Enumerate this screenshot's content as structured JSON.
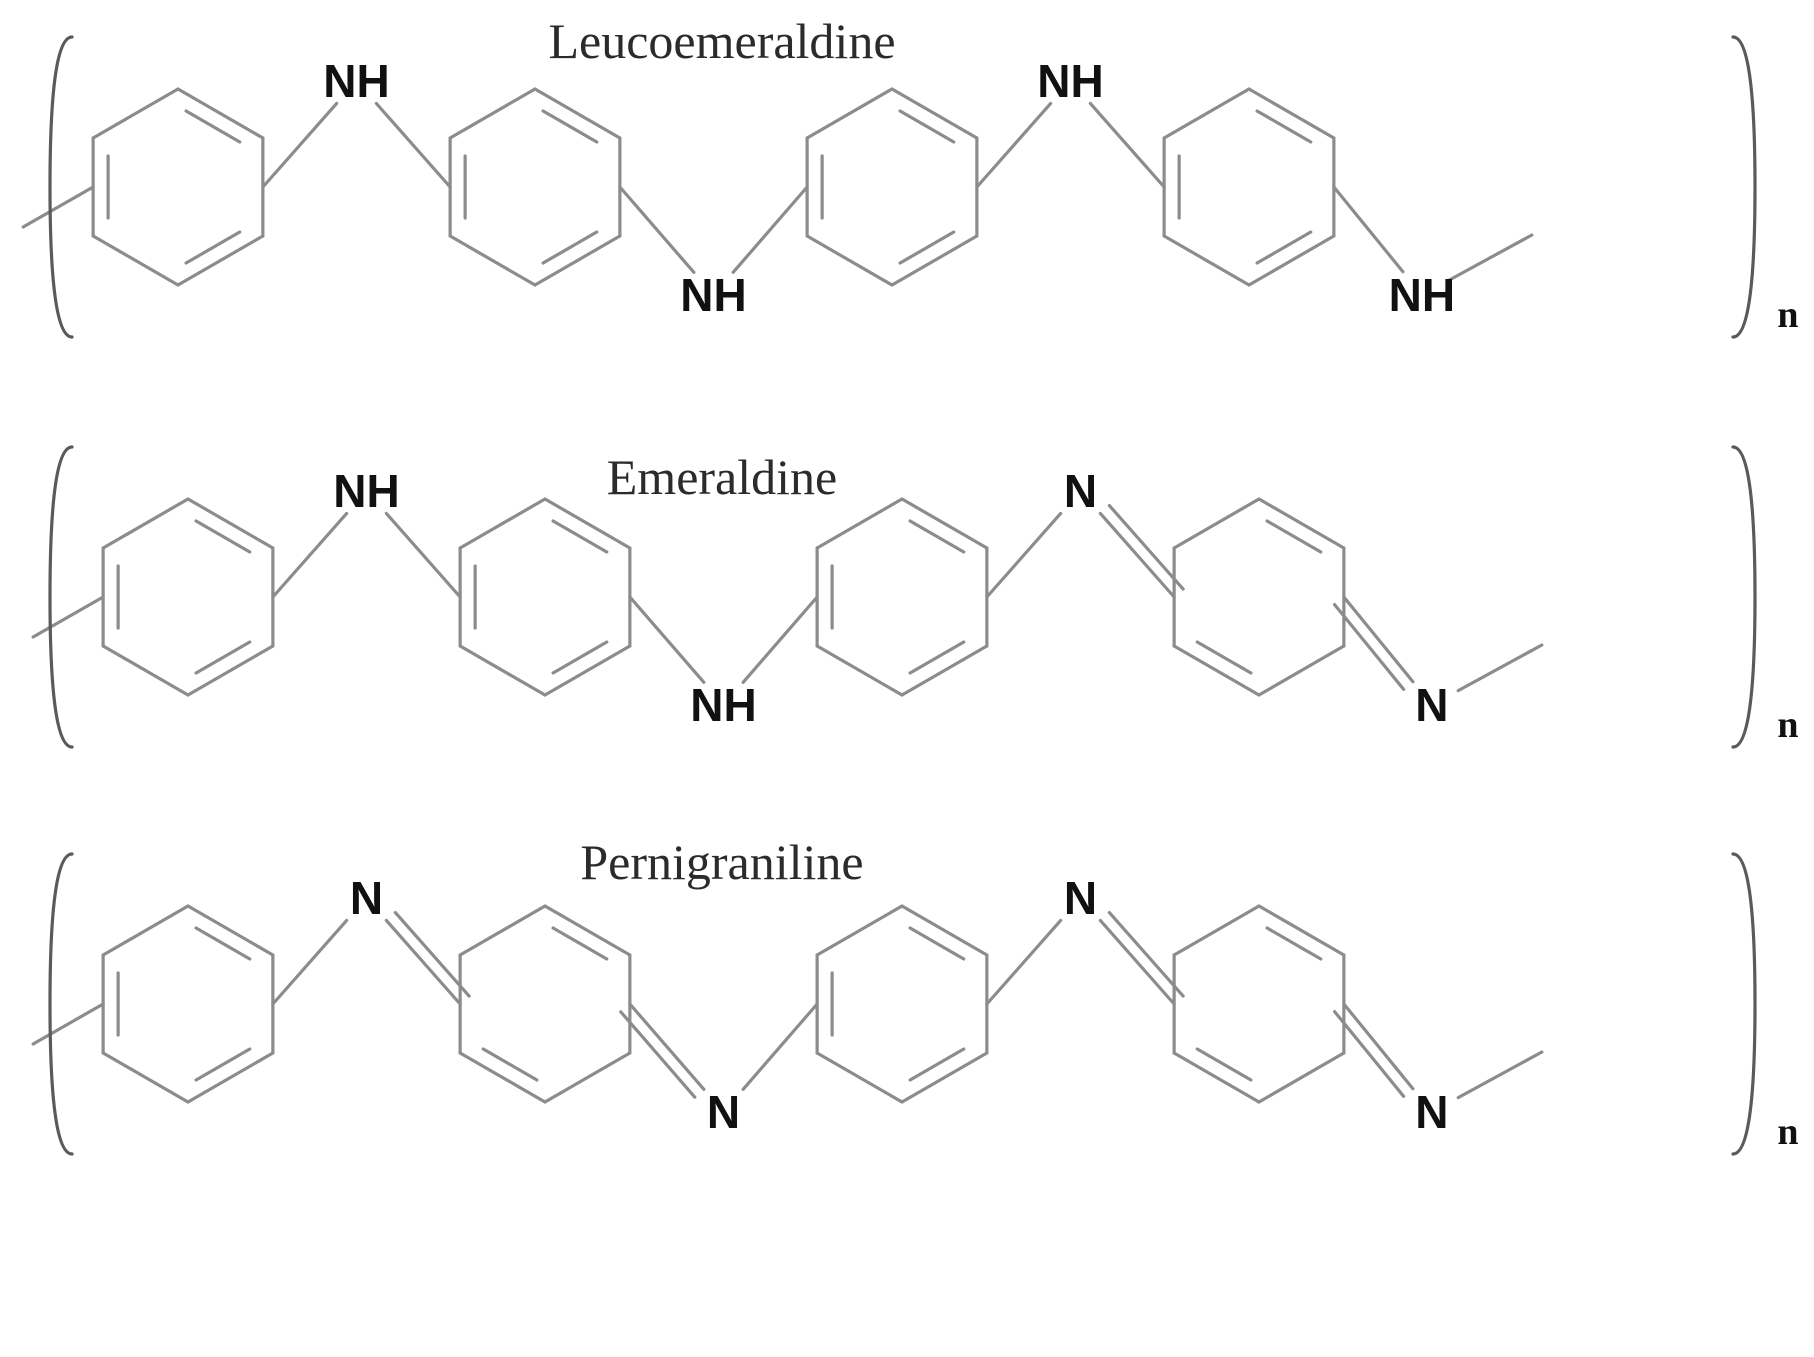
{
  "structures": [
    {
      "title": "Leucoemeraldine",
      "repeat_label": "n",
      "atoms": [
        "NH",
        "NH",
        "NH",
        "NH"
      ],
      "rings": [
        "benzenoid",
        "benzenoid",
        "benzenoid",
        "benzenoid"
      ]
    },
    {
      "title": "Emeraldine",
      "repeat_label": "n",
      "atoms": [
        "NH",
        "NH",
        "N",
        "N"
      ],
      "rings": [
        "benzenoid",
        "benzenoid",
        "benzenoid",
        "quinoid"
      ]
    },
    {
      "title": "Pernigraniline",
      "repeat_label": "n",
      "atoms": [
        "N",
        "N",
        "N",
        "N"
      ],
      "rings": [
        "benzenoid",
        "quinoid",
        "benzenoid",
        "quinoid"
      ]
    }
  ],
  "colors": {
    "bond": "#8c8c8c",
    "bracket": "#5a5a5a",
    "text": "#111111"
  }
}
